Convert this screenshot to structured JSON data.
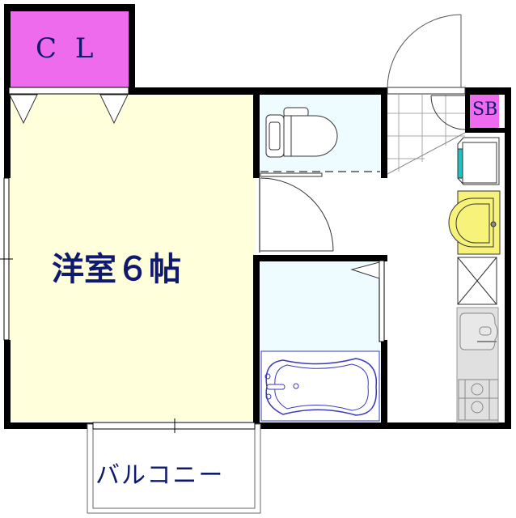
{
  "floorplan": {
    "rooms": {
      "closet": {
        "label": "C L",
        "color": "#ee6bee"
      },
      "western_room": {
        "label": "洋室６帖",
        "color": "#ffffdc"
      },
      "shoe_box": {
        "label": "SB",
        "color": "#ee6bee"
      },
      "balcony": {
        "label": "バルコニー"
      },
      "toilet": {
        "color": "#eefcff"
      },
      "bathroom": {
        "color": "#eefcff"
      }
    },
    "fixtures": [
      "toilet",
      "bathtub",
      "washing-machine-space",
      "washbasin",
      "refrigerator-space",
      "kitchen-sink",
      "gas-stove"
    ],
    "colors": {
      "wall": "#000000",
      "text": "#0f1a6e",
      "washbasin": "#f7f27a",
      "kitchen": "#e0e0e0",
      "washer_accent": "#22c1c1",
      "tub_line": "#3a3ab8"
    }
  }
}
